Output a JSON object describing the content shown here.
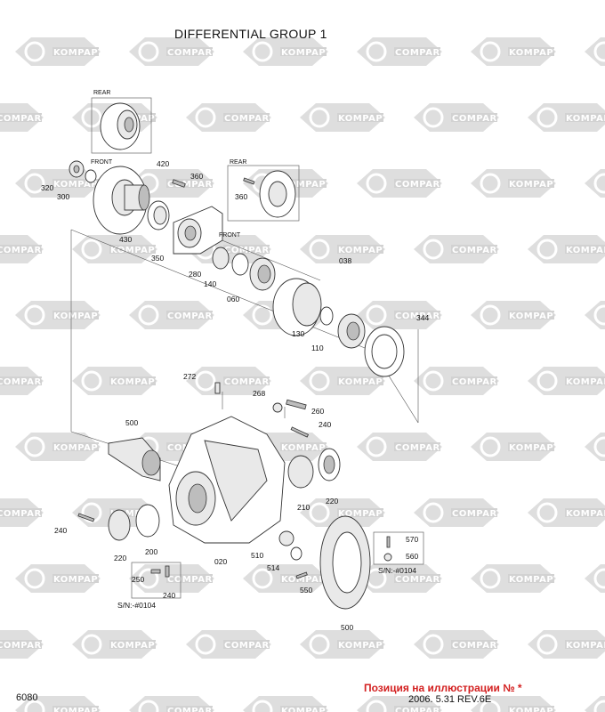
{
  "title": "DIFFERENTIAL GROUP 1",
  "page_number": "6080",
  "caption": "Позиция на иллюстрации № *",
  "date_rev": "2006. 5.31  REV.6E",
  "watermark": {
    "text_a": "KOMPAPT",
    "text_b": "COMPART",
    "color": "#d9d9d9"
  },
  "labels": {
    "rear_top": "REAR",
    "front_left": "FRONT",
    "rear_right": "REAR",
    "front_mid": "FRONT",
    "sn_left": "S/N:-#0104",
    "sn_right": "S/N:-#0104"
  },
  "parts": {
    "p420": "420",
    "p360a": "360",
    "p360b": "360",
    "p320": "320",
    "p300": "300",
    "p430": "430",
    "p350": "350",
    "p280": "280",
    "p140": "140",
    "p060": "060",
    "p038": "038",
    "p130": "130",
    "p110": "110",
    "p344": "344",
    "p272": "272",
    "p268": "268",
    "p260": "260",
    "p240a": "240",
    "p500a": "500",
    "p210": "210",
    "p220a": "220",
    "p240b": "240",
    "p220b": "220",
    "p200": "200",
    "p020": "020",
    "p510": "510",
    "p514": "514",
    "p550": "550",
    "p570": "570",
    "p560": "560",
    "p250": "250",
    "p240c": "240",
    "p500b": "500"
  }
}
